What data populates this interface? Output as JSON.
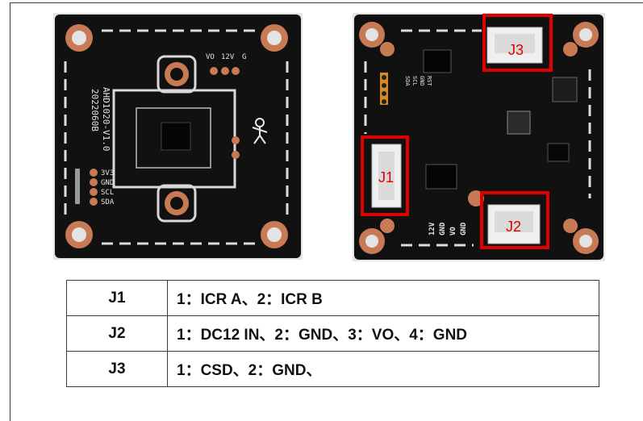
{
  "board_front": {
    "model_text": "AHD1020-V1.0",
    "date_text": "2022060B",
    "top_pins": [
      "VO",
      "12V",
      "G"
    ],
    "side_pins": [
      "3V3",
      "GND",
      "SCL",
      "SDA"
    ]
  },
  "board_back": {
    "connector_tags": [
      "J1",
      "J2",
      "J3"
    ],
    "bottom_pins": [
      "12V",
      "GND",
      "VO",
      "GND"
    ],
    "top_pins": [
      "SDA",
      "SCL",
      "GND",
      "RST"
    ]
  },
  "pin_table": {
    "rows": [
      {
        "connector": "J1",
        "pins": "1：ICR A、2：ICR B"
      },
      {
        "connector": "J2",
        "pins": "1：DC12 IN、2：GND、3：VO、4：GND"
      },
      {
        "connector": "J3",
        "pins": "1：CSD、2：GND、"
      }
    ]
  },
  "colors": {
    "pcb": "#111111",
    "pad_copper": "#c87a54",
    "silkscreen": "#e6e6e6",
    "annotation_box": "#e00000"
  }
}
